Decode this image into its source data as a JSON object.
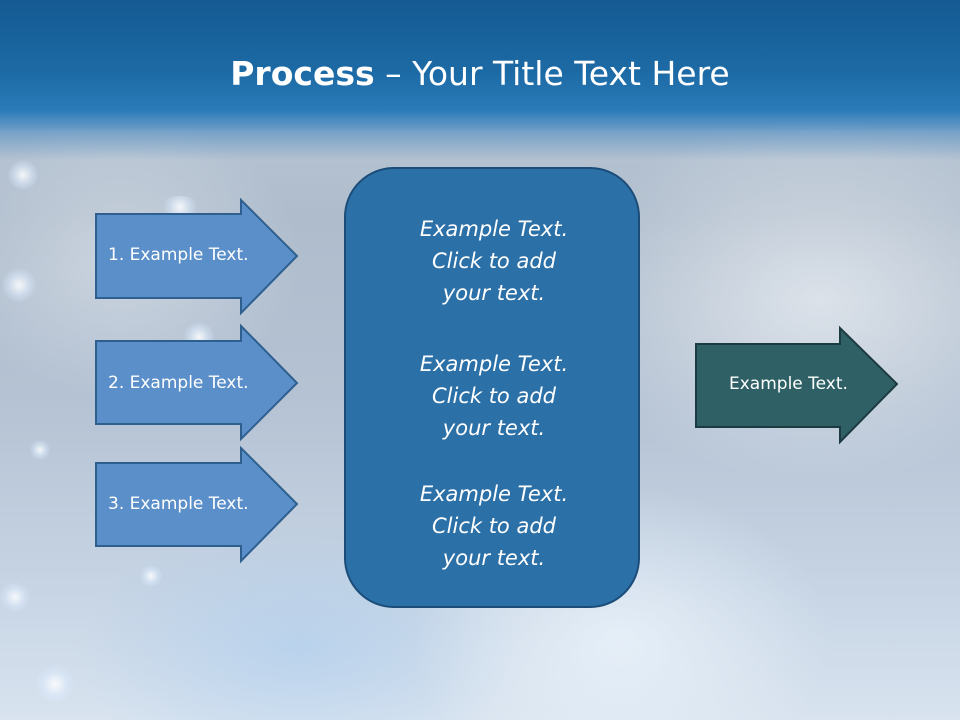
{
  "title": {
    "bold": "Process",
    "separator": " – ",
    "rest": "Your Title Text Here"
  },
  "left_arrows": [
    {
      "label": "1. Example Text."
    },
    {
      "label": "2. Example Text."
    },
    {
      "label": "3. Example Text."
    }
  ],
  "center_box": {
    "blocks": [
      {
        "lines": [
          "Example Text.",
          "Click  to add",
          "your text."
        ]
      },
      {
        "lines": [
          "Example Text.",
          "Click  to add",
          "your text."
        ]
      },
      {
        "lines": [
          "Example Text.",
          "Click  to add",
          "your text."
        ]
      }
    ]
  },
  "right_arrow": {
    "label": "Example Text."
  },
  "colors": {
    "title_bar": "#1c6aa5",
    "left_arrow_fill": "#5b8fc9",
    "left_arrow_border": "#2e5f8f",
    "center_box_fill": "#2c70a8",
    "right_arrow_fill": "#2f6066",
    "right_arrow_border": "#1c3b40"
  }
}
